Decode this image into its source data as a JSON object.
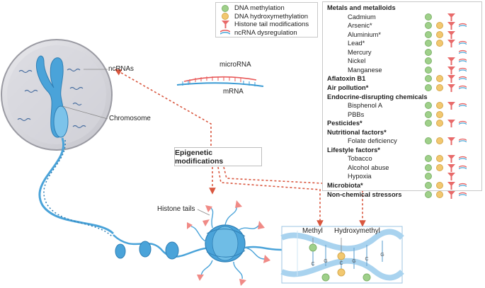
{
  "legend": [
    {
      "icon": "green-circle",
      "label": "DNA methylation"
    },
    {
      "icon": "yellow-circle",
      "label": "DNA hydroxymethylation"
    },
    {
      "icon": "red-funnel",
      "label": "Histone tail modifications"
    },
    {
      "icon": "rna-strand",
      "label": "ncRNA dysregulation"
    }
  ],
  "stressors": [
    {
      "label": "Metals and metalloids",
      "kind": "category",
      "methylation": false,
      "hydroxymethylation": false,
      "histone": false,
      "ncrna": false
    },
    {
      "label": "Cadmium",
      "kind": "item",
      "methylation": true,
      "hydroxymethylation": false,
      "histone": true,
      "ncrna": false
    },
    {
      "label": "Arsenic*",
      "kind": "item",
      "methylation": true,
      "hydroxymethylation": true,
      "histone": true,
      "ncrna": true
    },
    {
      "label": "Aluminium*",
      "kind": "item",
      "methylation": true,
      "hydroxymethylation": true,
      "histone": true,
      "ncrna": false
    },
    {
      "label": "Lead*",
      "kind": "item",
      "methylation": true,
      "hydroxymethylation": true,
      "histone": true,
      "ncrna": true
    },
    {
      "label": "Mercury",
      "kind": "item",
      "methylation": true,
      "hydroxymethylation": false,
      "histone": false,
      "ncrna": true
    },
    {
      "label": "Nickel",
      "kind": "item",
      "methylation": true,
      "hydroxymethylation": false,
      "histone": true,
      "ncrna": true
    },
    {
      "label": "Manganese",
      "kind": "item",
      "methylation": true,
      "hydroxymethylation": false,
      "histone": true,
      "ncrna": true
    },
    {
      "label": "Aflatoxin B1",
      "kind": "category",
      "methylation": true,
      "hydroxymethylation": true,
      "histone": true,
      "ncrna": true
    },
    {
      "label": "Air pollution*",
      "kind": "category",
      "methylation": true,
      "hydroxymethylation": true,
      "histone": true,
      "ncrna": true
    },
    {
      "label": "Endocrine-disrupting chemicals",
      "kind": "category",
      "methylation": false,
      "hydroxymethylation": false,
      "histone": false,
      "ncrna": false
    },
    {
      "label": "Bisphenol A",
      "kind": "item",
      "methylation": true,
      "hydroxymethylation": true,
      "histone": true,
      "ncrna": true
    },
    {
      "label": "PBBs",
      "kind": "item",
      "methylation": true,
      "hydroxymethylation": true,
      "histone": false,
      "ncrna": false
    },
    {
      "label": "Pesticides*",
      "kind": "category",
      "methylation": true,
      "hydroxymethylation": true,
      "histone": true,
      "ncrna": true
    },
    {
      "label": "Nutritional factors*",
      "kind": "category",
      "methylation": false,
      "hydroxymethylation": false,
      "histone": false,
      "ncrna": false
    },
    {
      "label": "Folate deficiency",
      "kind": "item",
      "methylation": true,
      "hydroxymethylation": true,
      "histone": true,
      "ncrna": true
    },
    {
      "label": "Lifestyle factors*",
      "kind": "category",
      "methylation": false,
      "hydroxymethylation": false,
      "histone": false,
      "ncrna": false
    },
    {
      "label": "Tobacco",
      "kind": "item",
      "methylation": true,
      "hydroxymethylation": true,
      "histone": true,
      "ncrna": true
    },
    {
      "label": "Alcohol abuse",
      "kind": "item",
      "methylation": true,
      "hydroxymethylation": true,
      "histone": true,
      "ncrna": true
    },
    {
      "label": "Hypoxia",
      "kind": "item",
      "methylation": true,
      "hydroxymethylation": false,
      "histone": true,
      "ncrna": false
    },
    {
      "label": "Microbiota*",
      "kind": "category",
      "methylation": true,
      "hydroxymethylation": true,
      "histone": true,
      "ncrna": true
    },
    {
      "label": "Non-chemical stressors",
      "kind": "category",
      "methylation": true,
      "hydroxymethylation": true,
      "histone": true,
      "ncrna": true
    }
  ],
  "labels": {
    "ncrnas": "ncRNAs",
    "microrna": "microRNA",
    "mrna": "mRNA",
    "chromosome": "Chromosome",
    "epigenetic": "Epigenetic modifications",
    "histone_tails": "Histone tails",
    "methyl": "Methyl",
    "hydroxymethyl": "Hydroxymethyl"
  },
  "dna_bases": [
    "C",
    "G",
    "C",
    "G",
    "C",
    "G"
  ],
  "colors": {
    "methylation": "#9fd08a",
    "hydroxymethylation": "#f2c870",
    "histone": "#e86a6a",
    "ncrna_red": "#e85a5a",
    "ncrna_blue": "#4aa8d8",
    "chromatin": "#4aa3d9",
    "arrow": "#d9573f"
  }
}
